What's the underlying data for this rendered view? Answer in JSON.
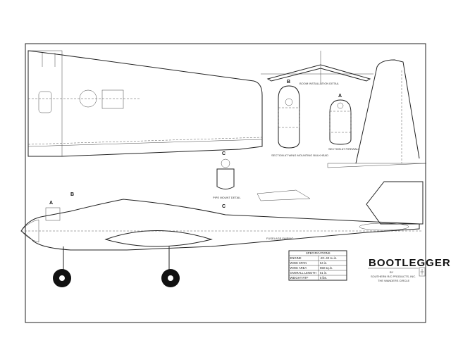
{
  "title_block": {
    "name": "BOOTLEGGER",
    "by": "BY",
    "company": "SOUTHERN R/C PRODUCTS, INC.",
    "subtitle": "THE WANDERS CIRCLE"
  },
  "specifications": {
    "header": "SPECIFICATIONS",
    "rows": [
      {
        "label": "ENGINE",
        "value": ".20-.40 cu.in."
      },
      {
        "label": "WING SPAN",
        "value": "54 in."
      },
      {
        "label": "WING AREA",
        "value": "550 sq.in."
      },
      {
        "label": "OVERALL LENGTH",
        "value": "51 in."
      },
      {
        "label": "WEIGHT RTF",
        "value": "5 lbs."
      }
    ]
  },
  "section_labels": {
    "a": "A",
    "b": "B",
    "c": "C",
    "section_b": "SECTION AT WING MOUNTING BULKHEAD",
    "section_a": "SECTION AT FIREWALL",
    "pipe_mount": "PIPE MOUNT DETAIL",
    "boom": "BOOM INSTALLATION DETAIL",
    "fuselage_note": "FUSELAGE FAIRING"
  }
}
